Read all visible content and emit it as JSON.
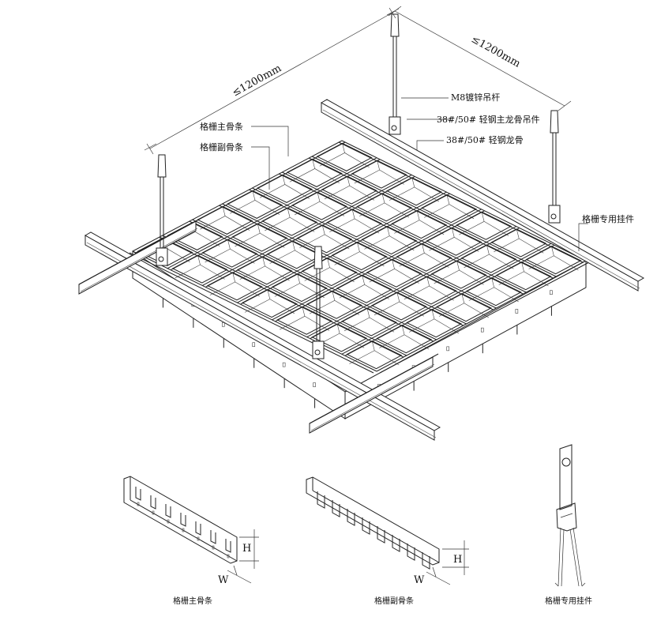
{
  "labels": {
    "span_left": "≤1200mm",
    "span_right": "≤1200mm",
    "rod": "M8镀锌吊杆",
    "main_hanger": "38#/50# 轻钢主龙骨吊件",
    "main_keel": "38#/50# 轻钢龙骨",
    "grid_main": "格栅主骨条",
    "grid_sub": "格栅副骨条",
    "grid_clip": "格栅专用挂件"
  },
  "details": {
    "main_bar": {
      "caption": "格栅主骨条",
      "h": "H",
      "w": "W"
    },
    "sub_bar": {
      "caption": "格栅副骨条",
      "h": "H",
      "w": "W"
    },
    "clip": {
      "caption": "格栅专用挂件"
    }
  },
  "grid": {
    "cells_u": 7,
    "cells_v": 7
  }
}
